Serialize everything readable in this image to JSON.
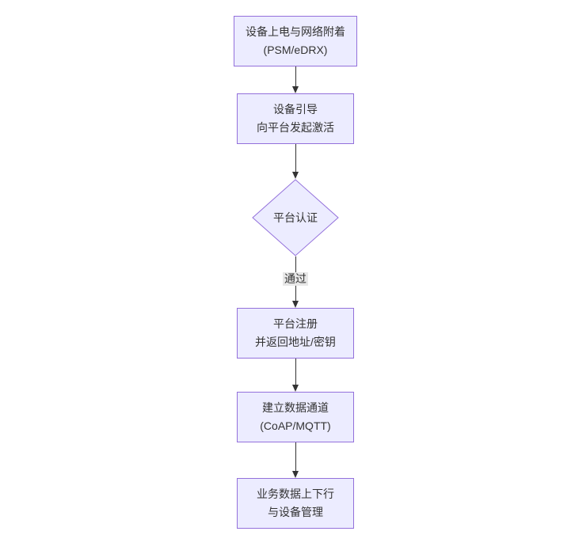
{
  "flowchart": {
    "background": "#ffffff",
    "colors": {
      "node_fill": "#ECECFF",
      "node_border": "#9370DB",
      "arrow": "#333333",
      "edge_label_bg": "#e8e8e8",
      "text": "#333333"
    },
    "nodes": [
      {
        "id": "power-attach",
        "shape": "rect",
        "lines": [
          "设备上电与网络附着",
          "(PSM/eDRX)"
        ]
      },
      {
        "id": "bootstrap",
        "shape": "rect",
        "lines": [
          "设备引导",
          "向平台发起激活"
        ]
      },
      {
        "id": "platform-auth",
        "shape": "diamond",
        "lines": [
          "平台认证"
        ]
      },
      {
        "id": "platform-register",
        "shape": "rect",
        "lines": [
          "平台注册",
          "并返回地址/密钥"
        ]
      },
      {
        "id": "data-channel",
        "shape": "rect",
        "lines": [
          "建立数据通道",
          "(CoAP/MQTT)"
        ]
      },
      {
        "id": "business-data",
        "shape": "rect",
        "lines": [
          "业务数据上下行",
          "与设备管理"
        ]
      }
    ],
    "edges": [
      {
        "from": "power-attach",
        "to": "bootstrap",
        "label": ""
      },
      {
        "from": "bootstrap",
        "to": "platform-auth",
        "label": ""
      },
      {
        "from": "platform-auth",
        "to": "platform-register",
        "label": "通过"
      },
      {
        "from": "platform-register",
        "to": "data-channel",
        "label": ""
      },
      {
        "from": "data-channel",
        "to": "business-data",
        "label": ""
      }
    ]
  }
}
